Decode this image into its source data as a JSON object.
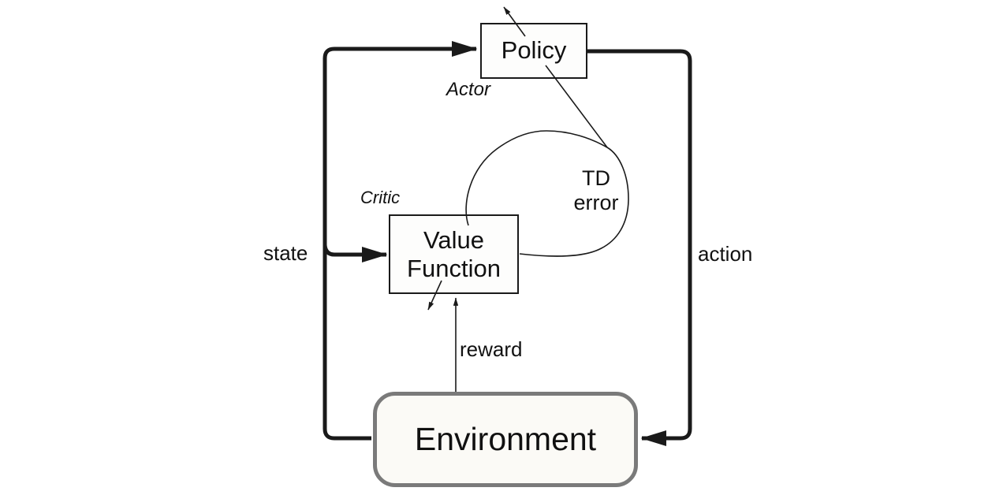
{
  "nodes": {
    "policy": {
      "label": "Policy"
    },
    "value_function": {
      "line1": "Value",
      "line2": "Function"
    },
    "environment": {
      "label": "Environment"
    }
  },
  "annotations": {
    "actor": "Actor",
    "critic": "Critic",
    "td_error": {
      "line1": "TD",
      "line2": "error"
    }
  },
  "edges": {
    "state_label": "state",
    "action_label": "action",
    "reward_label": "reward"
  },
  "colors": {
    "line": "#1a1a1a",
    "node_border": "#1a1a1a",
    "node_fill": "#fdfdfc",
    "environment_border": "#7a7a7a",
    "environment_fill": "#fbfaf6",
    "background": "#ffffff",
    "text": "#111111"
  }
}
